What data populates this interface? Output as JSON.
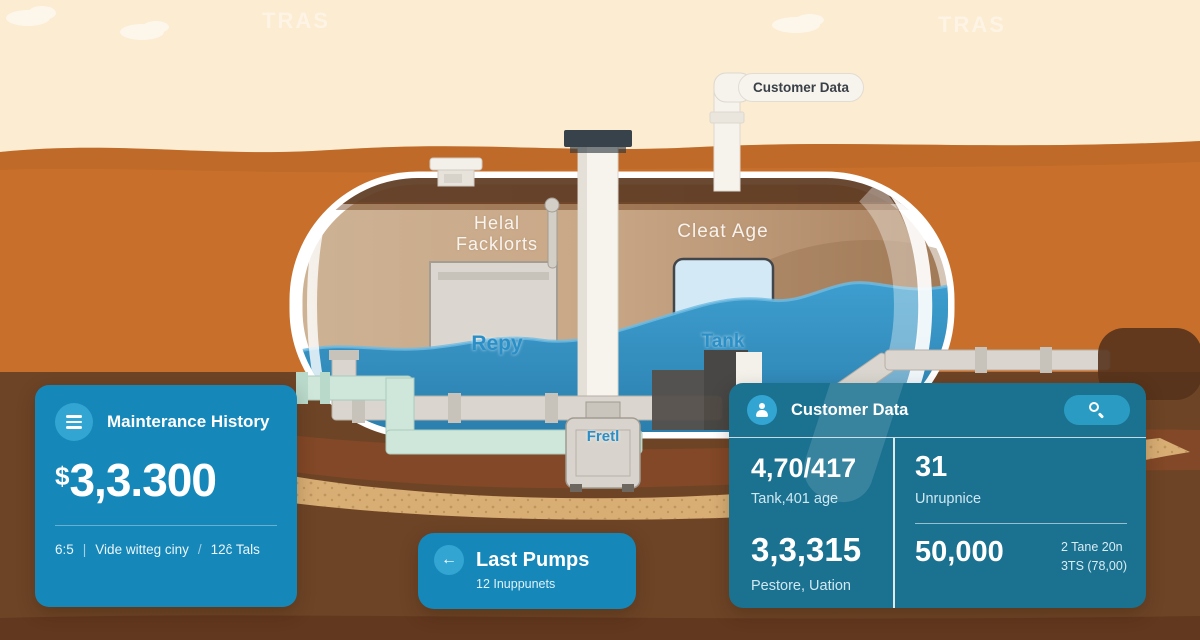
{
  "scene": {
    "watermarks": [
      "TRAS",
      "TRAS"
    ],
    "tank": {
      "label_left_line1": "Helal",
      "label_left_line2": "Facklorts",
      "label_right": "Cleat Age",
      "compartment_label": "Repy",
      "tank_box_label": "Tank",
      "pump_label": "Fretl",
      "vent_label": "Customer Data"
    }
  },
  "cards": {
    "maintenance": {
      "title": "Mainterance History",
      "currency": "$",
      "value": "3,3.300",
      "footer": {
        "left": "6:5",
        "sep1": "|",
        "middle": "Vide witteg ciny",
        "sep2": "/",
        "right": "12ĉ Tals"
      }
    },
    "last_pumps": {
      "title": "Last Pumps",
      "subtitle": "12 Inuppunets",
      "back_arrow": "←"
    },
    "customer": {
      "title": "Customer Data",
      "stats": [
        {
          "value": "4,70/417",
          "label": "Tank,401 age"
        },
        {
          "value": "31",
          "label": "Unrupnice"
        },
        {
          "value": "3,3,315",
          "label": "Pestore, Uation"
        },
        {
          "value": "50,000"
        }
      ],
      "note_line1": "2 Tane 20n",
      "note_line2": "3TS (78,00)"
    }
  },
  "colors": {
    "card_blue": "#1587b9",
    "card_teal": "#1b7190",
    "icon_circle": "#33a5d3",
    "water_blue": "#2e8fc0",
    "label_blue": "#2b8fc7",
    "sky": "#fbecd2",
    "ground_orange": "#c8702b",
    "soil_brown": "#6e4426"
  }
}
